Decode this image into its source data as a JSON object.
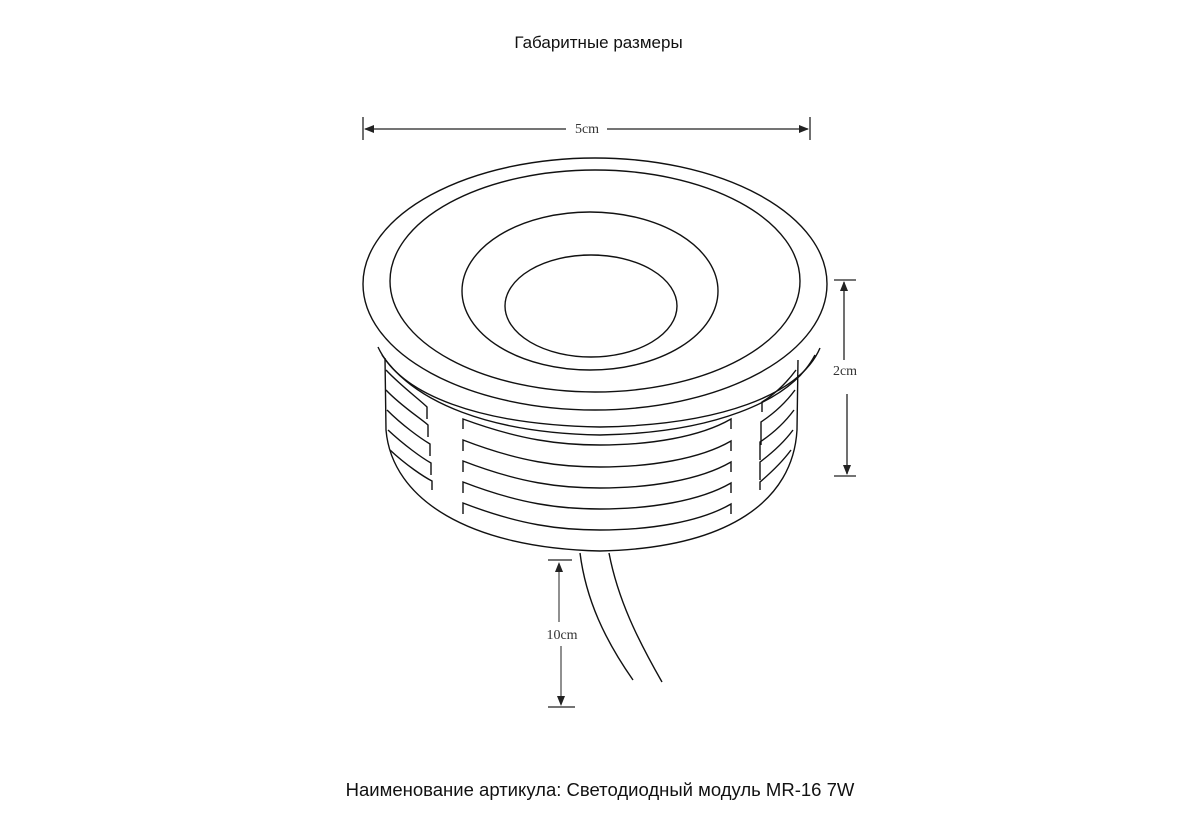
{
  "header": {
    "title": "Габаритные размеры"
  },
  "drawing": {
    "subject": "LED module MR-16 dimensional drawing",
    "line_color": "#111111",
    "dimensions": {
      "width": {
        "label": "5cm"
      },
      "height": {
        "label": "2cm"
      },
      "cable_length": {
        "label": "10cm"
      }
    }
  },
  "footer": {
    "caption": "Наименование артикула: Светодиодный модуль MR-16 7W"
  }
}
